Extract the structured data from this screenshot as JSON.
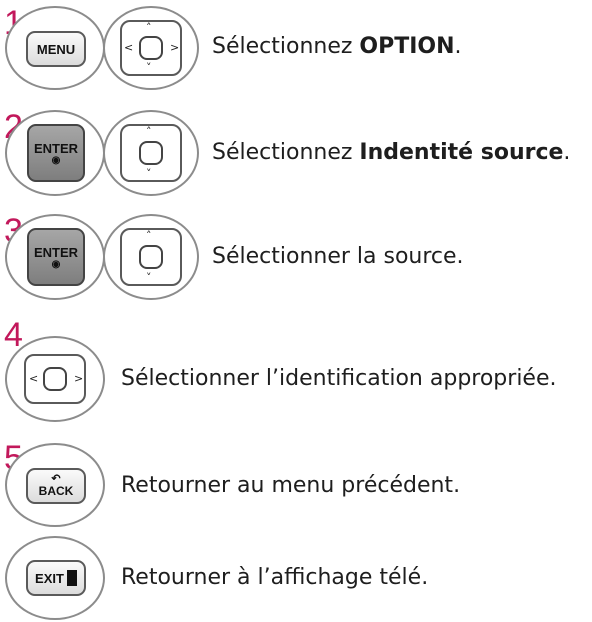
{
  "steps": [
    {
      "number": "1",
      "key": "MENU",
      "text_prefix": "Sélectionnez ",
      "text_bold": "OPTION",
      "text_suffix": "."
    },
    {
      "number": "2",
      "key": "ENTER",
      "key_sub": "◉",
      "text_prefix": "Sélectionnez ",
      "text_bold": "Indentité source",
      "text_suffix": "."
    },
    {
      "number": "3",
      "key": "ENTER",
      "key_sub": "◉",
      "text": "Sélectionner la source."
    },
    {
      "number": "4",
      "text": "Sélectionner l’identification appropriée."
    },
    {
      "number": "5",
      "key": "BACK",
      "key_sub": "↶",
      "text": "Retourner au menu précédent."
    },
    {
      "key": "EXIT",
      "text": "Retourner à l’affichage télé."
    }
  ],
  "colors": {
    "step_number": "#c2185b",
    "outline": "#8c8c8c"
  }
}
